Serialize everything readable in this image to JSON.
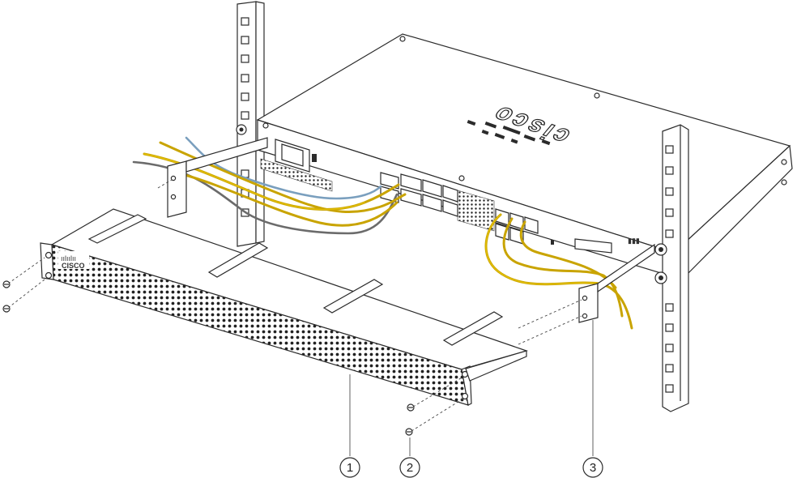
{
  "diagram": {
    "brand_label": "cisco",
    "callouts": [
      {
        "label": "1"
      },
      {
        "label": "2"
      },
      {
        "label": "3"
      }
    ]
  }
}
